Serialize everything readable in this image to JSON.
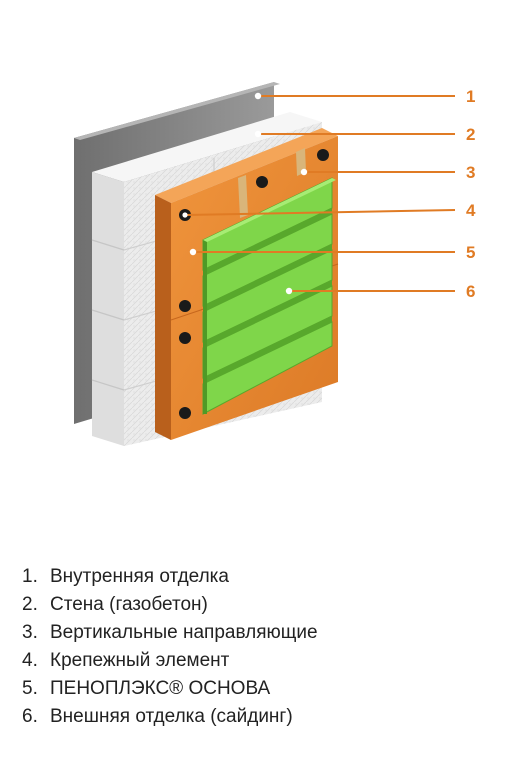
{
  "colors": {
    "accent": "#e07b24",
    "siding": "#7fd64a",
    "siding_dark": "#58a82c",
    "insulation": "#e8842e",
    "insulation_dark": "#b85d17",
    "block": "#e9e9e9",
    "interior_panel": "#8a8a8a",
    "legend_text": "#222222"
  },
  "callouts": [
    "1",
    "2",
    "3",
    "4",
    "5",
    "6"
  ],
  "legend": [
    {
      "num": "1.",
      "text": "Внутренняя отделка"
    },
    {
      "num": "2.",
      "text": "Стена (газобетон)"
    },
    {
      "num": "3.",
      "text": "Вертикальные направляющие"
    },
    {
      "num": "4.",
      "text": "Крепежный элемент"
    },
    {
      "num": "5.",
      "text": "ПЕНОПЛЭКС® ОСНОВА"
    },
    {
      "num": "6.",
      "text": "Внешняя отделка (сайдинг)"
    }
  ]
}
